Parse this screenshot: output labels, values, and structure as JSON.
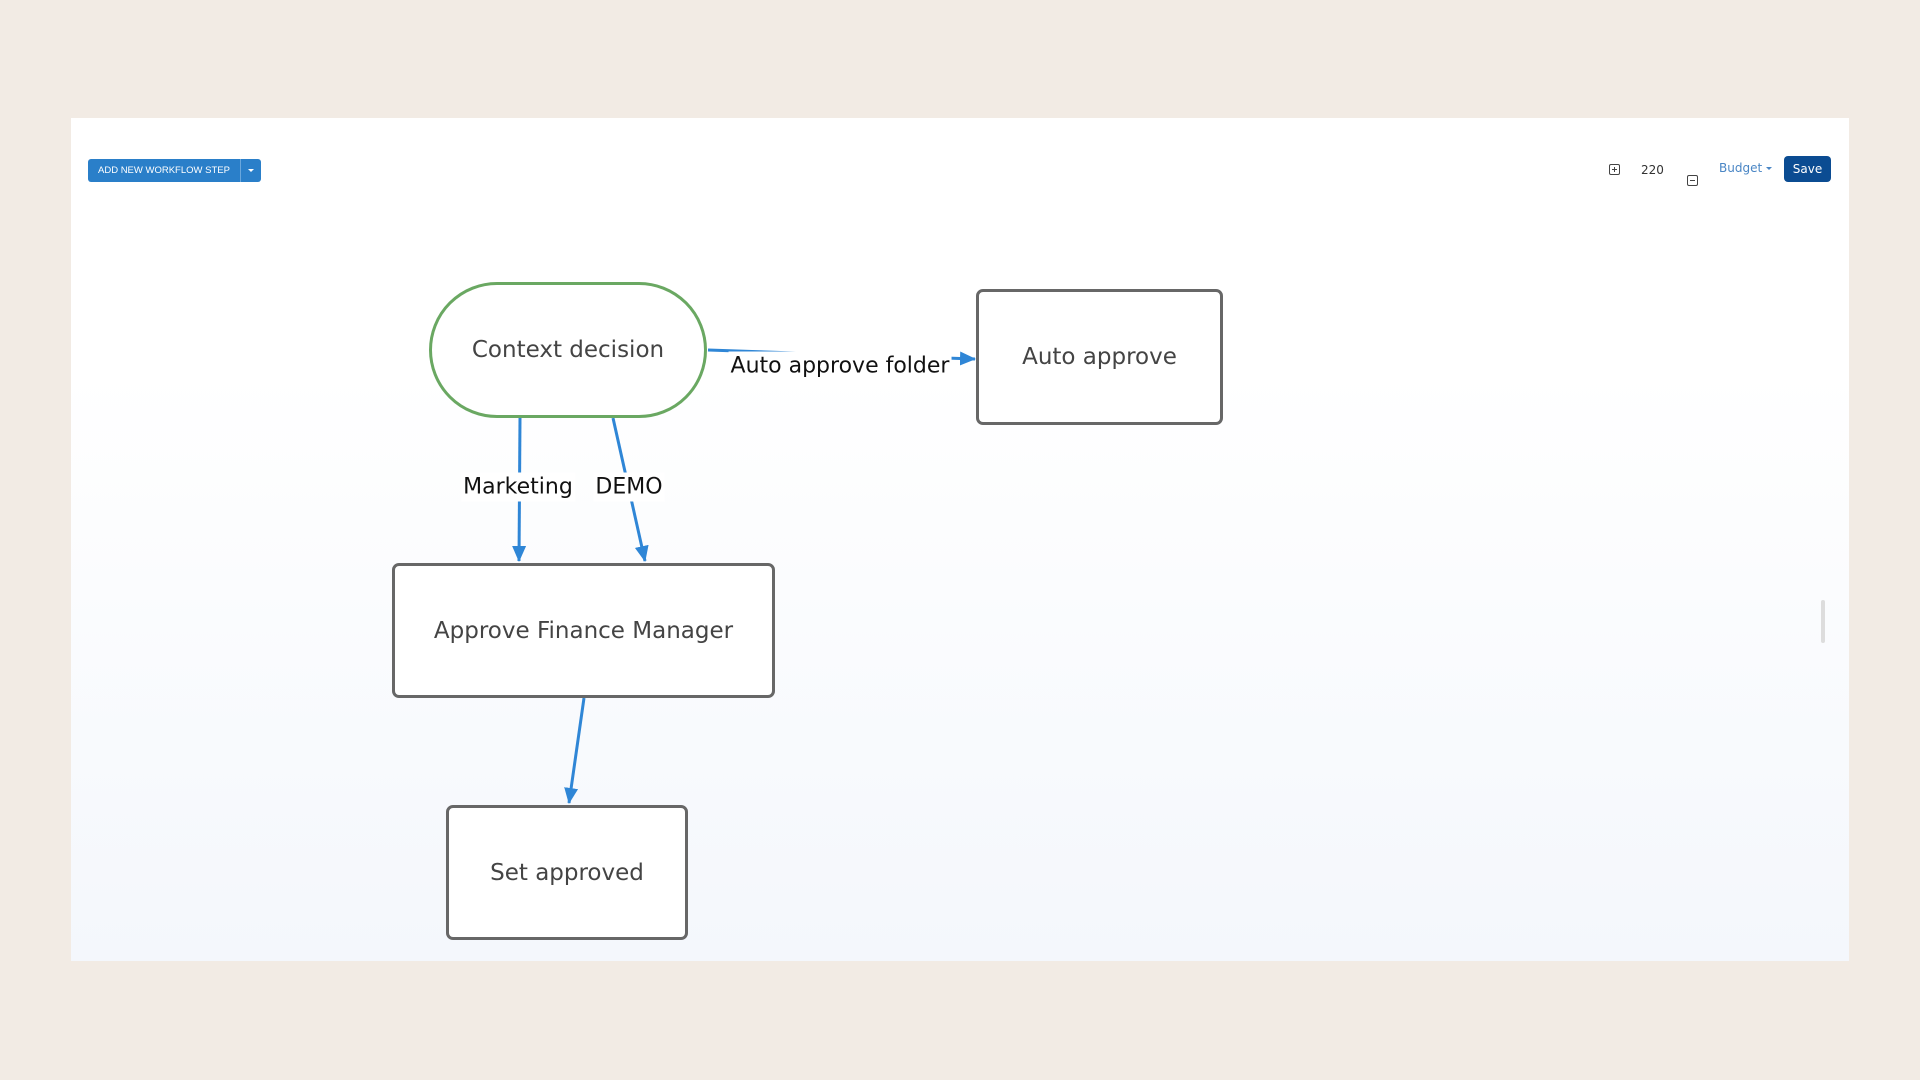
{
  "toolbar": {
    "add_step_label": "ADD NEW WORKFLOW STEP",
    "zoom_in_icon": "plus-square-icon",
    "zoom_value": "220",
    "zoom_out_icon": "minus-square-icon",
    "context_select": "Budget",
    "save_label": "Save"
  },
  "colors": {
    "primary": "#2a7fc9",
    "save": "#0b4c92",
    "edge": "#2f86d6",
    "decision_border": "#6aa862"
  },
  "nodes": {
    "context": "Context decision",
    "auto_approve": "Auto approve",
    "finance": "Approve Finance Manager",
    "set_approved": "Set approved"
  },
  "edges": {
    "auto_folder": "Auto approve folder",
    "marketing": "Marketing",
    "demo": "DEMO"
  }
}
